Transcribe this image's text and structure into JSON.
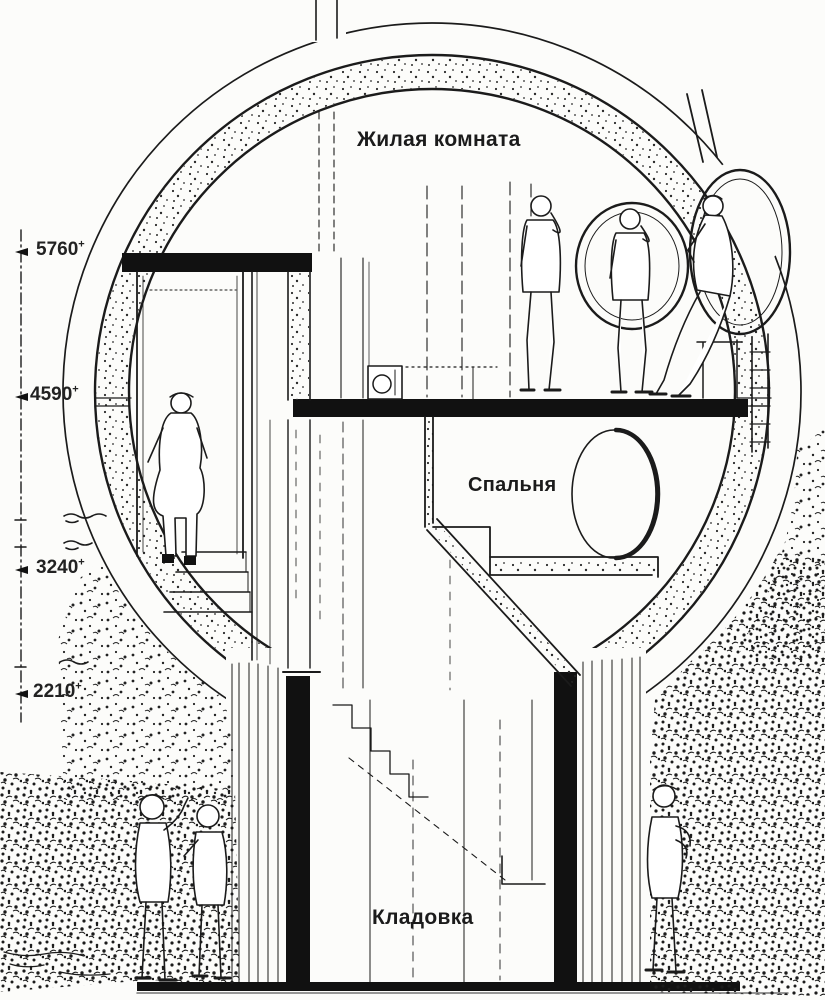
{
  "figure": {
    "type": "architectural-section-sphere-house",
    "labels": {
      "living_room": "Жилая комната",
      "bedroom": "Спальня",
      "storage": "Кладовка"
    },
    "elevation_scale": {
      "marks": [
        {
          "value": "5760",
          "suffix": "+"
        },
        {
          "value": "4590",
          "suffix": "+"
        },
        {
          "value": "3240",
          "suffix": "+"
        },
        {
          "value": "2210",
          "suffix": "+"
        }
      ]
    },
    "colors": {
      "ink": "#1b1b1b",
      "paper": "#fcfcfa"
    }
  }
}
